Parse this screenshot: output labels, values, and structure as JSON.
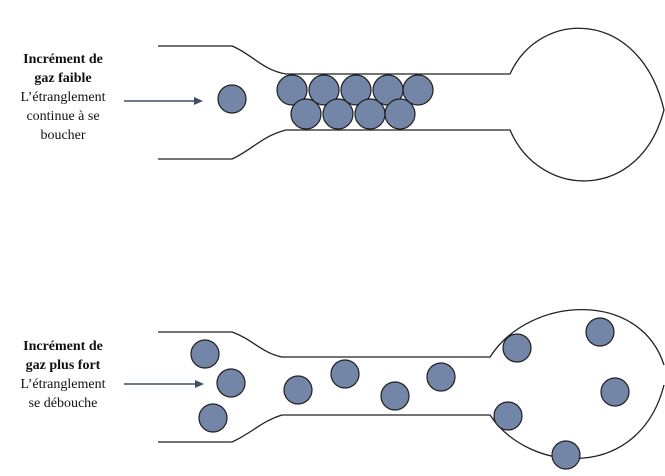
{
  "panels": [
    {
      "id": "weak",
      "title_line1": "Incrément de",
      "title_line2": "gaz faible",
      "desc_line1": "L’étranglement",
      "desc_line2": "continue à se",
      "desc_line3": "boucher"
    },
    {
      "id": "strong",
      "title_line1": "Incrément de",
      "title_line2": "gaz plus fort",
      "desc_line1": "L’étranglement",
      "desc_line2": "se débouche"
    }
  ],
  "colors": {
    "particle_fill": "#7486a8",
    "outline": "#222222",
    "arrow": "#3f4d6b"
  }
}
